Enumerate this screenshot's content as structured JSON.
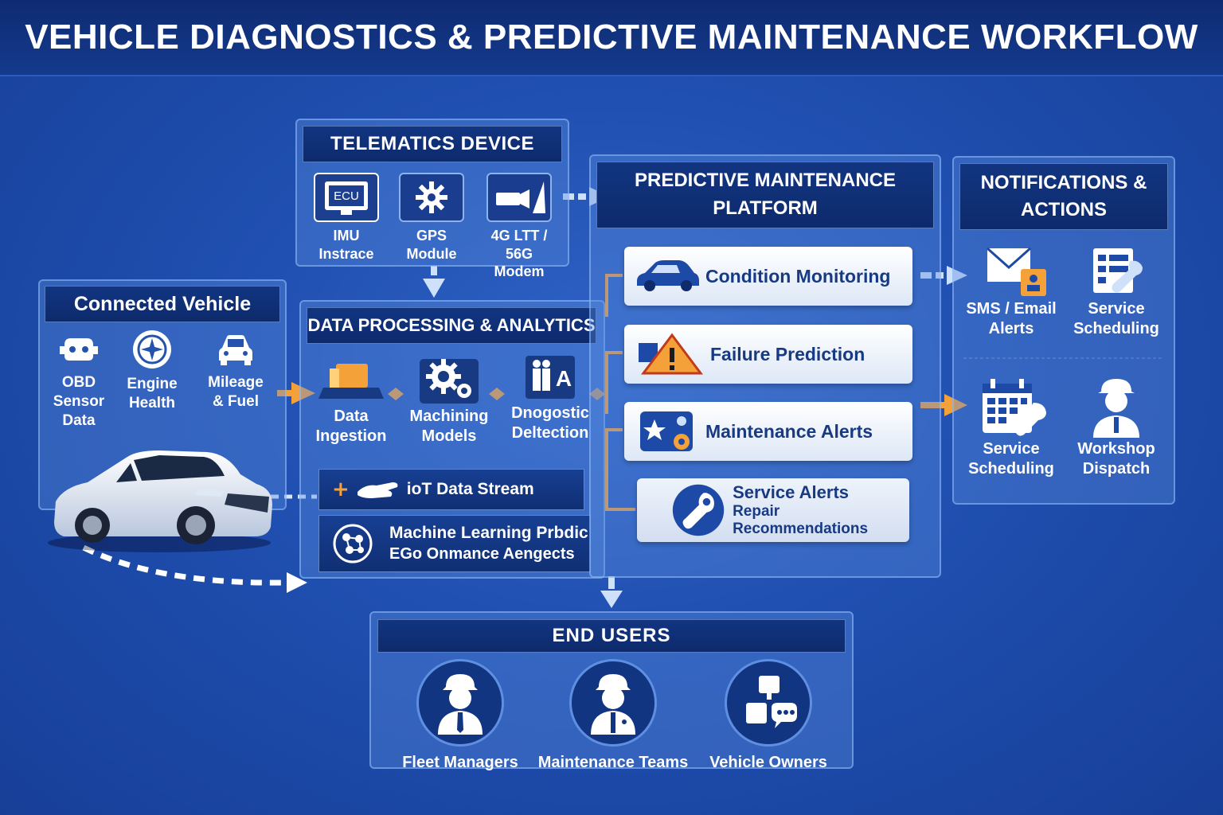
{
  "title": "VEHICLE DIAGNOSTICS & PREDICTIVE MAINTENANCE WORKFLOW",
  "telematics": {
    "header": "TELEMATICS DEVICE",
    "ecu_label": "ECU",
    "items": [
      {
        "label": "IMU\nInstrace",
        "icon": "ecu-monitor-icon"
      },
      {
        "label": "GPS\nModule",
        "icon": "gps-gear-icon"
      },
      {
        "label": "4G LTT /\n56G Modem",
        "icon": "modem-icon"
      }
    ]
  },
  "connected_vehicle": {
    "header": "Connected Vehicle",
    "items": [
      {
        "label": "OBD\nSensor\nData",
        "icon": "obd-sensor-icon"
      },
      {
        "label": "Engine\nHealth",
        "icon": "engine-health-icon"
      },
      {
        "label": "Mileage\n& Fuel",
        "icon": "car-front-icon"
      }
    ]
  },
  "data_processing": {
    "header": "DATA PROCESSING & ANALYTICS",
    "items": [
      {
        "label": "Data\nIngestion",
        "icon": "data-ingestion-icon"
      },
      {
        "label": "Machining\nModels",
        "icon": "gears-icon"
      },
      {
        "label": "Dnogostic\nDeltection",
        "icon": "diagnostic-people-icon"
      }
    ],
    "diag_letter": "A",
    "iot_stream": "ioT Data Stream",
    "ml_line1": "Machine Learning Prbdic",
    "ml_line2": "EGo Onmance Aengects"
  },
  "platform": {
    "header": "PREDICTIVE MAINTENANCE\nPLATFORM",
    "cards": [
      {
        "label": "Condition Monitoring",
        "icon": "car-side-icon"
      },
      {
        "label": "Failure Prediction",
        "icon": "warning-icon"
      },
      {
        "label": "Maintenance Alerts",
        "icon": "puzzle-gear-icon"
      }
    ],
    "service_alerts": {
      "title": "Service Alerts",
      "subtitle": "Repair Recommendations"
    }
  },
  "notifications": {
    "header": "NOTIFICATIONS &\nACTIONS",
    "items": [
      {
        "label": "SMS / Email\nAlerts",
        "icon": "email-alert-icon"
      },
      {
        "label": "Service\nScheduling",
        "icon": "schedule-wrench-icon"
      },
      {
        "label": "Service\nScheduling",
        "icon": "calendar-wrench-icon"
      },
      {
        "label": "Workshop\nDispatch",
        "icon": "technician-icon"
      }
    ]
  },
  "end_users": {
    "header": "END USERS",
    "items": [
      {
        "label": "Fleet Managers",
        "icon": "fleet-manager-icon"
      },
      {
        "label": "Maintenance Teams",
        "icon": "maintenance-team-icon"
      },
      {
        "label": "Vehicle Owners",
        "icon": "vehicle-owner-icon"
      }
    ]
  },
  "colors": {
    "background": "#1f4fb0",
    "header_navy": "#0d2a6c",
    "accent_orange": "#f5a13a",
    "card_text": "#173a82"
  }
}
